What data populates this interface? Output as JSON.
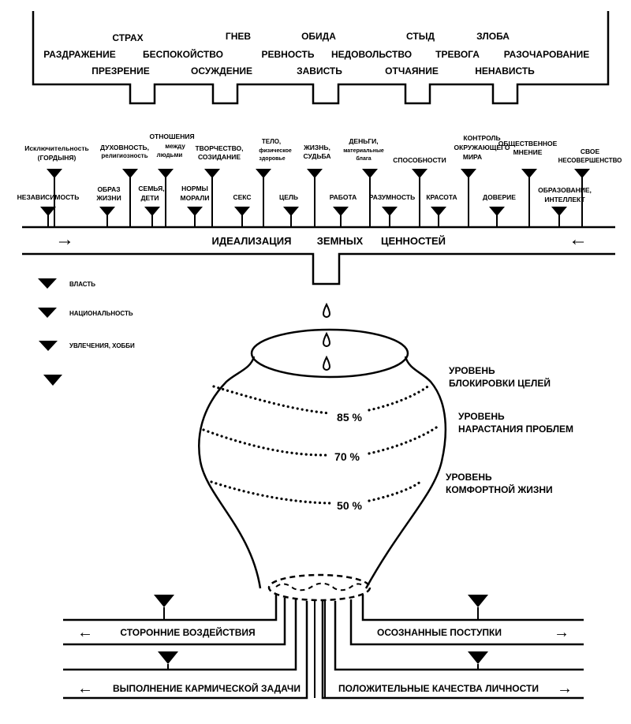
{
  "emotions_box": {
    "row1": [
      "СТРАХ",
      "ГНЕВ",
      "ОБИДА",
      "СТЫД",
      "ЗЛОБА"
    ],
    "row2": [
      "РАЗДРАЖЕНИЕ",
      "БЕСПОКОЙСТВО",
      "РЕВНОСТЬ",
      "НЕДОВОЛЬСТВО",
      "ТРЕВОГА",
      "РАЗОЧАРОВАНИЕ"
    ],
    "row3": [
      "ПРЕЗРЕНИЕ",
      "ОСУЖДЕНИЕ",
      "ЗАВИСТЬ",
      "ОТЧАЯНИЕ",
      "НЕНАВИСТЬ"
    ]
  },
  "values_top": [
    [
      "Исключительность",
      "(ГОРДЫНЯ)"
    ],
    [
      "ДУХОВНОСТЬ,",
      "религиозность"
    ],
    [
      "ОТНОШЕНИЯ",
      "между",
      "людьми"
    ],
    [
      "ТВОРЧЕСТВО,",
      "СОЗИДАНИЕ"
    ],
    [
      "ТЕЛО,",
      "физическое",
      "здоровье"
    ],
    [
      "ЖИЗНЬ,",
      "СУДЬБА"
    ],
    [
      "ДЕНЬГИ,",
      "материальные",
      "блага"
    ],
    [
      "СПОСОБНОСТИ"
    ],
    [
      "КОНТРОЛЬ",
      "ОКРУЖАЮЩЕГО",
      "МИРА"
    ],
    [
      "ОБЩЕСТВЕННОЕ",
      "МНЕНИЕ"
    ],
    [
      "СВОЕ",
      "НЕСОВЕРШЕНСТВО"
    ]
  ],
  "values_bottom": [
    [
      "НЕЗАВИСИМОСТЬ"
    ],
    [
      "ОБРАЗ",
      "ЖИЗНИ"
    ],
    [
      "СЕМЬЯ,",
      "ДЕТИ"
    ],
    [
      "НОРМЫ",
      "МОРАЛИ"
    ],
    [
      "СЕКС"
    ],
    [
      "ЦЕЛЬ"
    ],
    [
      "РАБОТА"
    ],
    [
      "РАЗУМНОСТЬ"
    ],
    [
      "КРАСОТА"
    ],
    [
      "ДОВЕРИЕ"
    ],
    [
      "ОБРАЗОВАНИЕ,",
      "ИНТЕЛЛЕКТ"
    ]
  ],
  "idealization": {
    "words": [
      "ИДЕАЛИЗАЦИЯ",
      "ЗЕМНЫХ",
      "ЦЕННОСТЕЙ"
    ],
    "left_arrow": "→",
    "right_arrow": "←"
  },
  "legend": [
    "ВЛАСТЬ",
    "НАЦИОНАЛЬНОСТЬ",
    "УВЛЕЧЕНИЯ, ХОББИ",
    ""
  ],
  "vessel_levels": [
    {
      "percent": "85 %",
      "label": [
        "УРОВЕНЬ",
        "БЛОКИРОВКИ ЦЕЛЕЙ"
      ]
    },
    {
      "percent": "70 %",
      "label": [
        "УРОВЕНЬ",
        "НАРАСТАНИЯ ПРОБЛЕМ"
      ]
    },
    {
      "percent": "50 %",
      "label": [
        "УРОВЕНЬ",
        "КОМФОРТНОЙ ЖИЗНИ"
      ]
    }
  ],
  "outlets": {
    "left_top": "СТОРОННИЕ ВОЗДЕЙСТВИЯ",
    "left_bottom": "ВЫПОЛНЕНИЕ КАРМИЧЕСКОЙ ЗАДАЧИ",
    "right_top": "ОСОЗНАННЫЕ  ПОСТУПКИ",
    "right_bottom": "ПОЛОЖИТЕЛЬНЫЕ КАЧЕСТВА ЛИЧНОСТИ",
    "left_arrow": "←",
    "right_arrow": "→"
  }
}
